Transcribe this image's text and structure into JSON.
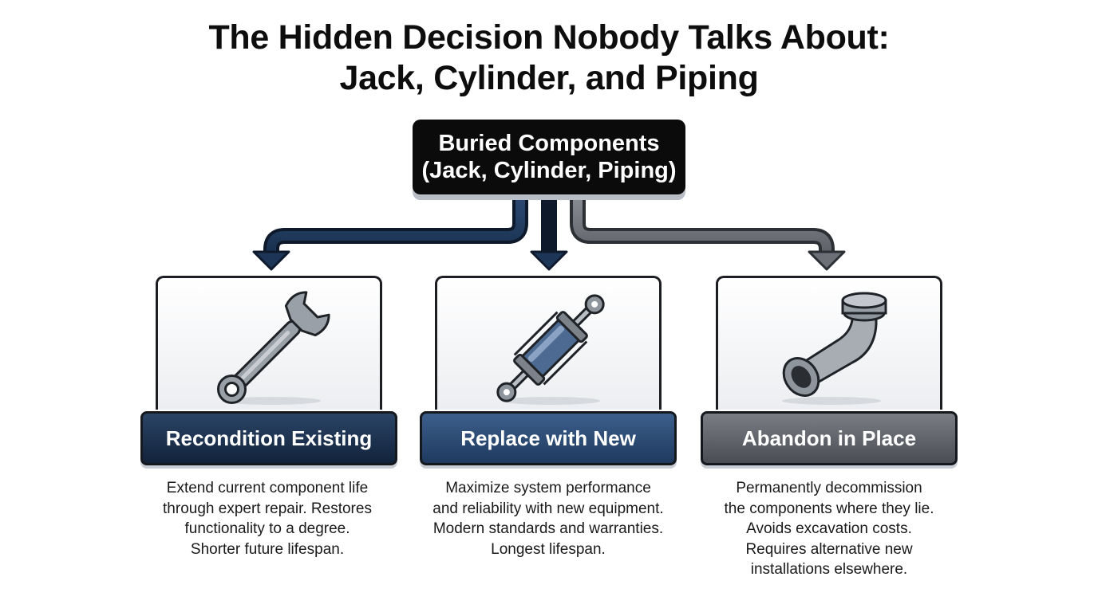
{
  "title": {
    "line1": "The Hidden Decision Nobody Talks About:",
    "line2": "Jack, Cylinder, and Piping"
  },
  "root": {
    "line1": "Buried Components",
    "line2": "(Jack, Cylinder, Piping)"
  },
  "options": [
    {
      "label": "Recondition Existing",
      "icon": "wrench-icon",
      "description": [
        "Extend current component life",
        "through expert repair. Restores",
        "functionality to a degree.",
        "Shorter future lifespan."
      ]
    },
    {
      "label": "Replace with New",
      "icon": "hydraulic-cylinder-icon",
      "description": [
        "Maximize system performance",
        "and reliability with new equipment.",
        "Modern standards and warranties.",
        "Longest lifespan."
      ]
    },
    {
      "label": "Abandon in Place",
      "icon": "pipe-elbow-icon",
      "description": [
        "Permanently decommission",
        "the components where they lie.",
        "Avoids excavation costs.",
        "Requires alternative new",
        "installations elsewhere."
      ]
    }
  ],
  "colors": {
    "dark_navy": "#12233b",
    "steel_blue": "#2c4a72",
    "grey": "#5f6369"
  }
}
